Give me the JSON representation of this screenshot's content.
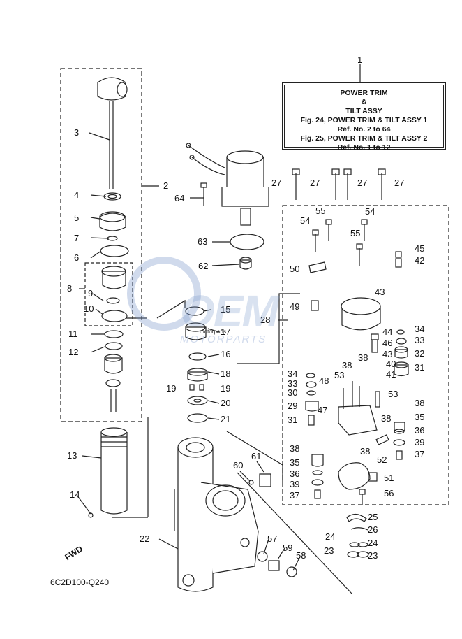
{
  "legend": {
    "title_line1": "POWER TRIM",
    "title_line2": "&",
    "title_line3": "TILT ASSY",
    "ref1": "Fig. 24, POWER TRIM & TILT ASSY 1",
    "ref1_sub": "Ref. No. 2 to 64",
    "ref2": "Fig. 25, POWER TRIM & TILT ASSY 2",
    "ref2_sub": "Ref. No. 1 to 12"
  },
  "diagram_code": "6C2D100-Q240",
  "fwd_label": "FWD",
  "watermark": {
    "main": "OEM",
    "sub": "MOTORPARTS",
    "tiny": "motorparts"
  },
  "callouts": [
    {
      "id": "c1",
      "text": "1"
    },
    {
      "id": "c2",
      "text": "2"
    },
    {
      "id": "c3",
      "text": "3"
    },
    {
      "id": "c4",
      "text": "4"
    },
    {
      "id": "c5",
      "text": "5"
    },
    {
      "id": "c6",
      "text": "6"
    },
    {
      "id": "c7",
      "text": "7"
    },
    {
      "id": "c8",
      "text": "8"
    },
    {
      "id": "c9",
      "text": "9"
    },
    {
      "id": "c10",
      "text": "10"
    },
    {
      "id": "c11",
      "text": "11"
    },
    {
      "id": "c12",
      "text": "12"
    },
    {
      "id": "c13",
      "text": "13"
    },
    {
      "id": "c14",
      "text": "14"
    },
    {
      "id": "c15",
      "text": "15"
    },
    {
      "id": "c16",
      "text": "16"
    },
    {
      "id": "c17",
      "text": "17"
    },
    {
      "id": "c18",
      "text": "18"
    },
    {
      "id": "c19a",
      "text": "19"
    },
    {
      "id": "c19b",
      "text": "19"
    },
    {
      "id": "c20",
      "text": "20"
    },
    {
      "id": "c21",
      "text": "21"
    },
    {
      "id": "c22",
      "text": "22"
    },
    {
      "id": "c23a",
      "text": "23"
    },
    {
      "id": "c23b",
      "text": "23"
    },
    {
      "id": "c24a",
      "text": "24"
    },
    {
      "id": "c24b",
      "text": "24"
    },
    {
      "id": "c25",
      "text": "25"
    },
    {
      "id": "c26",
      "text": "26"
    },
    {
      "id": "c27a",
      "text": "27"
    },
    {
      "id": "c27b",
      "text": "27"
    },
    {
      "id": "c27c",
      "text": "27"
    },
    {
      "id": "c27d",
      "text": "27"
    },
    {
      "id": "c28",
      "text": "28"
    },
    {
      "id": "c29",
      "text": "29"
    },
    {
      "id": "c30",
      "text": "30"
    },
    {
      "id": "c31a",
      "text": "31"
    },
    {
      "id": "c31b",
      "text": "31"
    },
    {
      "id": "c32",
      "text": "32"
    },
    {
      "id": "c33a",
      "text": "33"
    },
    {
      "id": "c33b",
      "text": "33"
    },
    {
      "id": "c34a",
      "text": "34"
    },
    {
      "id": "c34b",
      "text": "34"
    },
    {
      "id": "c35a",
      "text": "35"
    },
    {
      "id": "c35b",
      "text": "35"
    },
    {
      "id": "c36a",
      "text": "36"
    },
    {
      "id": "c36b",
      "text": "36"
    },
    {
      "id": "c37a",
      "text": "37"
    },
    {
      "id": "c37b",
      "text": "37"
    },
    {
      "id": "c38a",
      "text": "38"
    },
    {
      "id": "c38b",
      "text": "38"
    },
    {
      "id": "c38c",
      "text": "38"
    },
    {
      "id": "c38d",
      "text": "38"
    },
    {
      "id": "c38e",
      "text": "38"
    },
    {
      "id": "c38f",
      "text": "38"
    },
    {
      "id": "c39a",
      "text": "39"
    },
    {
      "id": "c39b",
      "text": "39"
    },
    {
      "id": "c40",
      "text": "40"
    },
    {
      "id": "c41",
      "text": "41"
    },
    {
      "id": "c42",
      "text": "42"
    },
    {
      "id": "c43a",
      "text": "43"
    },
    {
      "id": "c43b",
      "text": "43"
    },
    {
      "id": "c44",
      "text": "44"
    },
    {
      "id": "c45",
      "text": "45"
    },
    {
      "id": "c46",
      "text": "46"
    },
    {
      "id": "c47",
      "text": "47"
    },
    {
      "id": "c48",
      "text": "48"
    },
    {
      "id": "c49",
      "text": "49"
    },
    {
      "id": "c50",
      "text": "50"
    },
    {
      "id": "c51",
      "text": "51"
    },
    {
      "id": "c52",
      "text": "52"
    },
    {
      "id": "c53a",
      "text": "53"
    },
    {
      "id": "c53b",
      "text": "53"
    },
    {
      "id": "c54a",
      "text": "54"
    },
    {
      "id": "c54b",
      "text": "54"
    },
    {
      "id": "c55a",
      "text": "55"
    },
    {
      "id": "c55b",
      "text": "55"
    },
    {
      "id": "c56",
      "text": "56"
    },
    {
      "id": "c57",
      "text": "57"
    },
    {
      "id": "c58",
      "text": "58"
    },
    {
      "id": "c59",
      "text": "59"
    },
    {
      "id": "c60",
      "text": "60"
    },
    {
      "id": "c61",
      "text": "61"
    },
    {
      "id": "c62",
      "text": "62"
    },
    {
      "id": "c63",
      "text": "63"
    },
    {
      "id": "c64",
      "text": "64"
    }
  ]
}
